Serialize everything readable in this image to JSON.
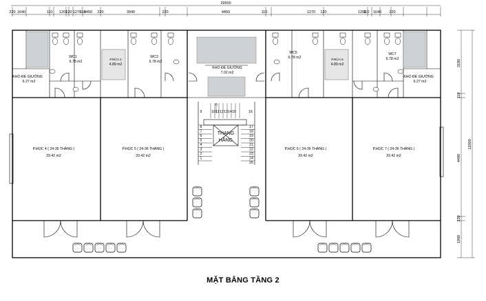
{
  "title": "MẶT BẰNG TẦNG 2",
  "overall_dimension": "29500",
  "top_dimensions": [
    "220",
    "1640",
    "110",
    "1201",
    "120",
    "1270",
    "110",
    "4450",
    "220",
    "3940",
    "220",
    "4450",
    "110",
    "1270",
    "120",
    "1201",
    "110",
    "1640",
    "220"
  ],
  "right_dimensions": [
    "3180",
    "110",
    "4490",
    "220",
    "1900"
  ],
  "right_total": "12000",
  "rooms": {
    "storage_left": {
      "name": "KHO ĐỂ GIƯỜNG",
      "area": "6.27 m2"
    },
    "wc1": {
      "name": "WC1",
      "area": "6.78 m2"
    },
    "wc2": {
      "name": "P.RỬA 2",
      "area": "4.89 m2"
    },
    "wc3": {
      "name": "WC3",
      "area": "6.78 m2"
    },
    "storage_center": {
      "name": "KHO ĐỂ GIƯỜNG",
      "area": "7.02 m2"
    },
    "wc5": {
      "name": "WC5",
      "area": "6.78 m2"
    },
    "wc6": {
      "name": "P.RỬA 6",
      "area": "4.89 m2"
    },
    "wc7": {
      "name": "WC7",
      "area": "6.78 m2"
    },
    "storage_right": {
      "name": "KHO ĐỂ GIƯỜNG",
      "area": "6.27 m2"
    },
    "class4": {
      "name": "P.HỌC 4 ( 24-36 THÁNG )",
      "area": "33.42 m2"
    },
    "class5": {
      "name": "P.HỌC 5 ( 24-36 THÁNG )",
      "area": "33.42 m2"
    },
    "class6": {
      "name": "P.HỌC 6 ( 24-36 THÁNG )",
      "area": "33.42 m2"
    },
    "class7": {
      "name": "P.HỌC 7 ( 24-36 THÁNG )",
      "area": "33.42 m2"
    }
  },
  "stair": {
    "label_line1": "THANG",
    "label_line2": "HẦNG",
    "top_numbers": [
      "9",
      "10",
      "11",
      "12",
      "13",
      "14",
      "15",
      "16"
    ],
    "left_numbers": [
      "8",
      "7",
      "6",
      "5",
      "4",
      "3",
      "2",
      "1"
    ],
    "right_numbers": [
      "17",
      "18",
      "19",
      "20",
      "21",
      "22",
      "23",
      "24",
      "25"
    ]
  }
}
